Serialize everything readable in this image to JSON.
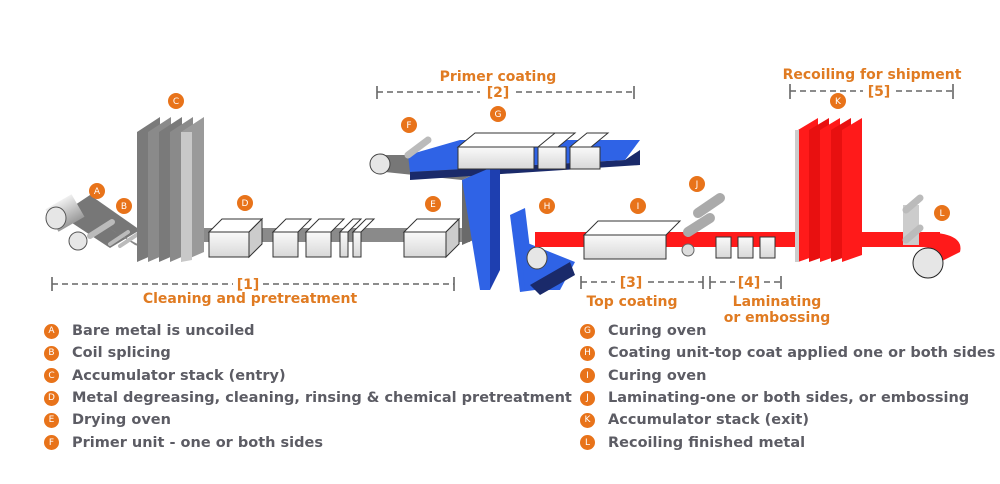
{
  "sections": [
    {
      "number": "[1]",
      "title": "Cleaning and pretreatment"
    },
    {
      "number": "[2]",
      "title": "Primer coating"
    },
    {
      "number": "[3]",
      "title": "Top coating"
    },
    {
      "number": "[4]",
      "title_line1": "Laminating",
      "title_line2": "or embossing"
    },
    {
      "number": "[5]",
      "title": "Recoiling for shipment"
    }
  ],
  "colors": {
    "accent": "#e8731a",
    "bare_strip": "#8a8a8a",
    "primer_strip": "#2f63e6",
    "topcoat_strip": "#ff1a1a",
    "legend_text": "#5c5c64"
  },
  "markers": [
    "A",
    "B",
    "C",
    "D",
    "E",
    "F",
    "G",
    "H",
    "I",
    "J",
    "K",
    "L"
  ],
  "legend_left": [
    {
      "letter": "A",
      "text": "Bare metal is uncoiled"
    },
    {
      "letter": "B",
      "text": "Coil splicing"
    },
    {
      "letter": "C",
      "text": "Accumulator stack (entry)"
    },
    {
      "letter": "D",
      "text": "Metal degreasing, cleaning, rinsing & chemical pretreatment"
    },
    {
      "letter": "E",
      "text": "Drying oven"
    },
    {
      "letter": "F",
      "text": "Primer unit - one or both sides"
    }
  ],
  "legend_right": [
    {
      "letter": "G",
      "text": "Curing oven"
    },
    {
      "letter": "H",
      "text": "Coating unit-top coat applied one or both sides"
    },
    {
      "letter": "I",
      "text": "Curing oven"
    },
    {
      "letter": "J",
      "text": "Laminating-one or both sides, or embossing"
    },
    {
      "letter": "K",
      "text": "Accumulator stack (exit)"
    },
    {
      "letter": "L",
      "text": "Recoiling finished metal"
    }
  ]
}
